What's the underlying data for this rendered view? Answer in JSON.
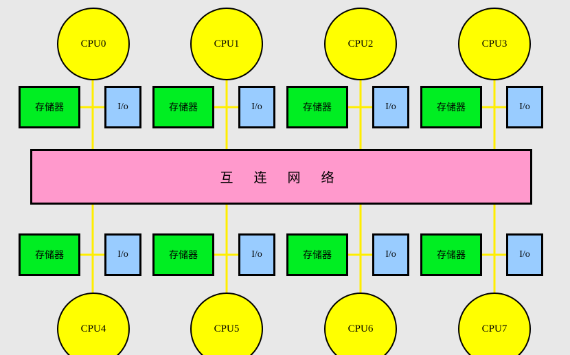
{
  "colors": {
    "background": "#e8e8e8",
    "cpu": "#ffff00",
    "memory": "#00ee22",
    "io": "#99ccff",
    "network": "#ff99cc",
    "wire": "#ffee00",
    "outline": "#000000"
  },
  "network": {
    "label": "互 连 网 络"
  },
  "nodes": [
    {
      "cpu": "CPU0",
      "memory": "存储器",
      "io": "I/o"
    },
    {
      "cpu": "CPU1",
      "memory": "存储器",
      "io": "I/o"
    },
    {
      "cpu": "CPU2",
      "memory": "存储器",
      "io": "I/o"
    },
    {
      "cpu": "CPU3",
      "memory": "存储器",
      "io": "I/o"
    },
    {
      "cpu": "CPU4",
      "memory": "存储器",
      "io": "I/o"
    },
    {
      "cpu": "CPU5",
      "memory": "存储器",
      "io": "I/o"
    },
    {
      "cpu": "CPU6",
      "memory": "存储器",
      "io": "I/o"
    },
    {
      "cpu": "CPU7",
      "memory": "存储器",
      "io": "I/o"
    }
  ]
}
